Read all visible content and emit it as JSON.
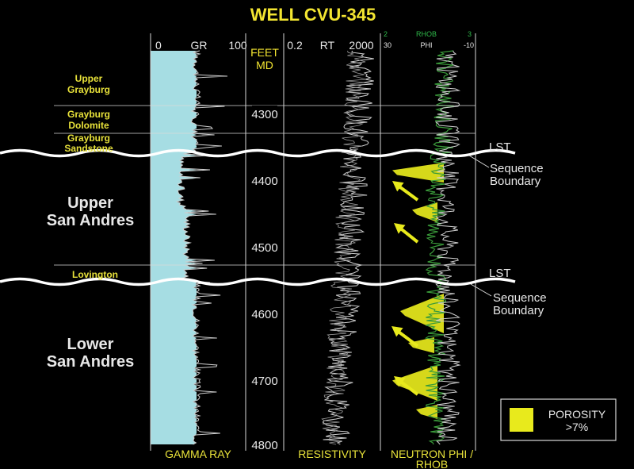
{
  "title": "WELL CVU-345",
  "tracks": {
    "gr": {
      "scale_min": "0",
      "mnemonic": "GR",
      "scale_max": "100",
      "footer": "GAMMA RAY"
    },
    "depth": {
      "header_line1": "FEET",
      "header_line2": "MD",
      "ticks": [
        "4300",
        "4400",
        "4500",
        "4600",
        "4700",
        "4800"
      ]
    },
    "rt": {
      "scale_min": "0.2",
      "mnemonic": "RT",
      "scale_max": "2000",
      "footer": "RESISTIVITY"
    },
    "np": {
      "rhob_min": "2",
      "rhob_label": "RHOB",
      "rhob_max": "3",
      "phi_min": "30",
      "phi_label": "PHI",
      "phi_max": "-10",
      "footer_line1": "NEUTRON PHI /",
      "footer_line2": "RHOB"
    }
  },
  "formations": [
    {
      "line1": "Upper",
      "line2": "Grayburg"
    },
    {
      "line1": "Grayburg",
      "line2": "Dolomite"
    },
    {
      "line1": "Grayburg",
      "line2": "Sandstone"
    },
    {
      "line1": "Lovington",
      "line2": ""
    }
  ],
  "sequences": [
    {
      "line1": "Upper",
      "line2": "San Andres"
    },
    {
      "line1": "Lower",
      "line2": "San Andres"
    }
  ],
  "annotations": {
    "lst_upper": "LST",
    "lst_lower": "LST",
    "sb_upper_line1": "Sequence",
    "sb_upper_line2": "Boundary",
    "sb_lower_line1": "Sequence",
    "sb_lower_line2": "Boundary"
  },
  "legend": {
    "line1": "POROSITY",
    "line2": ">7%"
  },
  "colors": {
    "title": "#f3e531",
    "formation_text": "#e8e23a",
    "gamma_fill": "#a6dde3",
    "curve": "#cfcfcf",
    "rhob": "#3a9a3a",
    "rhob_label": "#2fb84a",
    "porosity": "#e8ea1c",
    "lines": "#d8d8d8"
  }
}
